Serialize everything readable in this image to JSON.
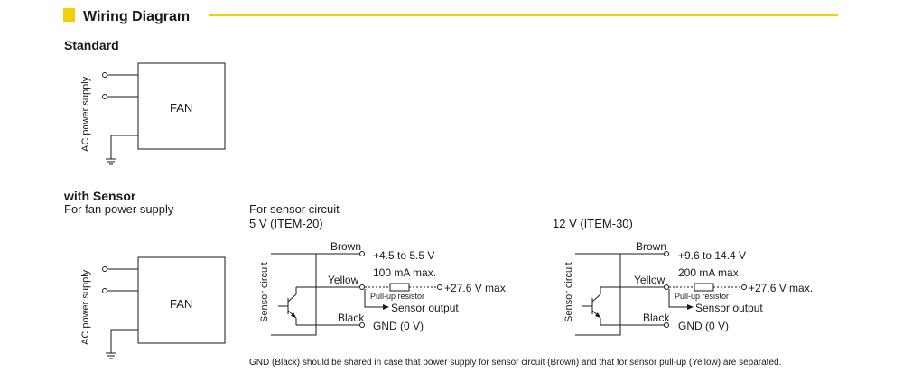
{
  "section_title": "Wiring Diagram",
  "colors": {
    "accent": "#f0d20a",
    "ink": "#1a1a1a"
  },
  "standard": {
    "heading": "Standard",
    "supply_label": "AC power supply",
    "fan_label": "FAN"
  },
  "with_sensor": {
    "heading": "with Sensor",
    "subheading": "For fan power supply",
    "supply_label": "AC power supply",
    "fan_label": "FAN"
  },
  "sensor_circuit": {
    "heading": "For sensor circuit",
    "circuits": [
      {
        "title": "5 V (ITEM-20)",
        "box_label": "Sensor circuit",
        "brown_label": "Brown",
        "brown_voltage": "+4.5 to 5.5 V",
        "yellow_label": "Yellow",
        "current": "100 mA max.",
        "pullup_label": "Pull-up resistor",
        "pullup_voltage": "+27.6 V max.",
        "output_label": "Sensor output",
        "black_label": "Black",
        "gnd_label": "GND (0 V)"
      },
      {
        "title": "12 V (ITEM-30)",
        "box_label": "Sensor circuit",
        "brown_label": "Brown",
        "brown_voltage": "+9.6 to 14.4 V",
        "yellow_label": "Yellow",
        "current": "200 mA max.",
        "pullup_label": "Pull-up resistor",
        "pullup_voltage": "+27.6 V max.",
        "output_label": "Sensor output",
        "black_label": "Black",
        "gnd_label": "GND (0 V)"
      }
    ]
  },
  "footnote": "GND (Black) should be shared in case that power supply for sensor circuit  (Brown) and that for sensor pull-up (Yellow) are separated."
}
